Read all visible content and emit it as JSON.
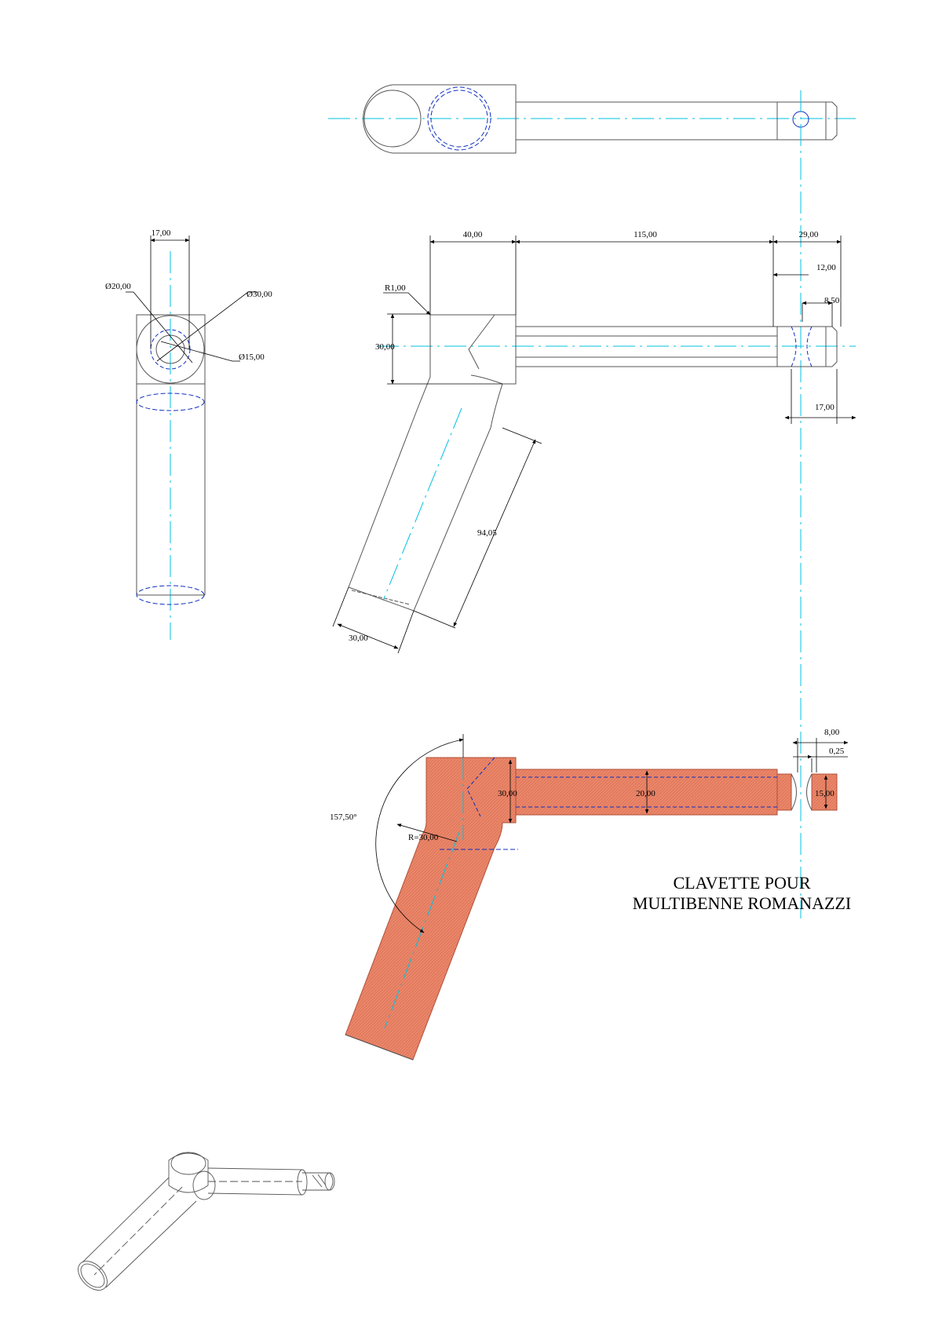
{
  "drawing": {
    "title_line1": "CLAVETTE POUR",
    "title_line2": "MULTIBENNE ROMANAZZI",
    "colors": {
      "outline": "#555555",
      "centerline": "#00c0e0",
      "hidden": "#1030c0",
      "section_fill": "#e9866a",
      "dimension": "#000000"
    },
    "dims": {
      "side_width": "17,00",
      "side_d20": "Ø20,00",
      "side_d30": "Ø30,00",
      "side_d15": "Ø15,00",
      "front_40": "40,00",
      "front_115": "115,00",
      "front_29": "29,00",
      "front_12": "12,00",
      "front_8_5": "8,50",
      "front_r1": "R1,00",
      "front_30": "30,00",
      "front_17": "17,00",
      "front_94": "94,05",
      "front_arm_30": "30,00",
      "sect_8": "8,00",
      "sect_025": "0,25",
      "sect_30": "30,00",
      "sect_20": "20,00",
      "sect_15": "15,00",
      "sect_angle": "157,50°",
      "sect_radius": "R=30,00"
    }
  }
}
